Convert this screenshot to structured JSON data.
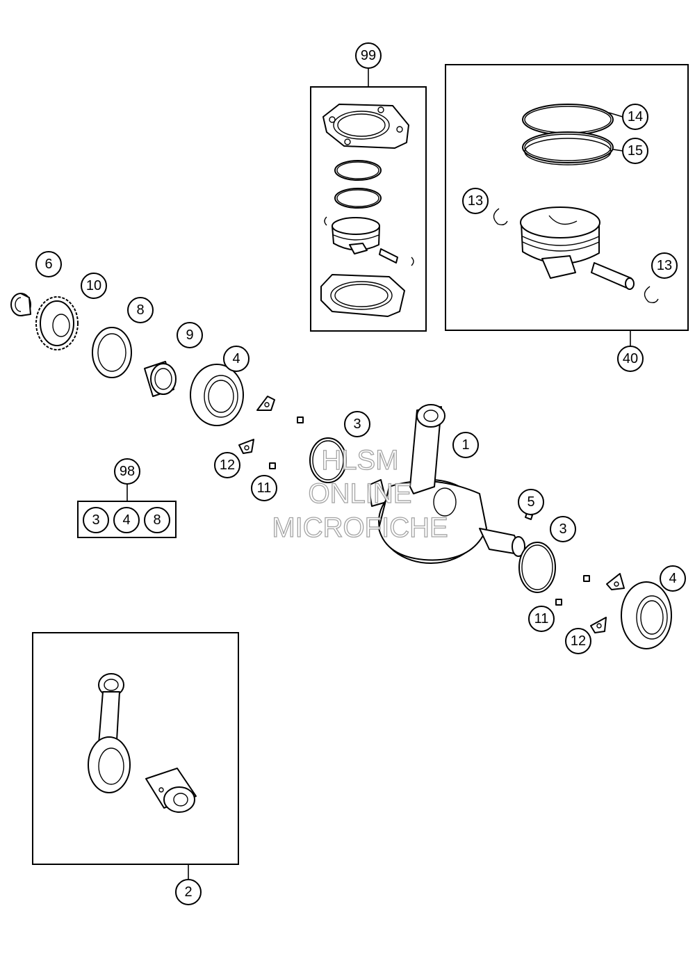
{
  "diagram": {
    "callouts": {
      "c99": "99",
      "c14": "14",
      "c15": "15",
      "c13a": "13",
      "c13b": "13",
      "c40": "40",
      "c6": "6",
      "c10": "10",
      "c8": "8",
      "c9": "9",
      "c4a": "4",
      "c3a": "3",
      "c1": "1",
      "c12a": "12",
      "c11a": "11",
      "c98": "98",
      "c98_3": "3",
      "c98_4": "4",
      "c98_8": "8",
      "c5": "5",
      "c3b": "3",
      "c4b": "4",
      "c11b": "11",
      "c12b": "12",
      "c2": "2"
    },
    "watermark": {
      "line1": "HLSM",
      "line2": "ONLINE",
      "line3": "MICROFICHE"
    }
  }
}
